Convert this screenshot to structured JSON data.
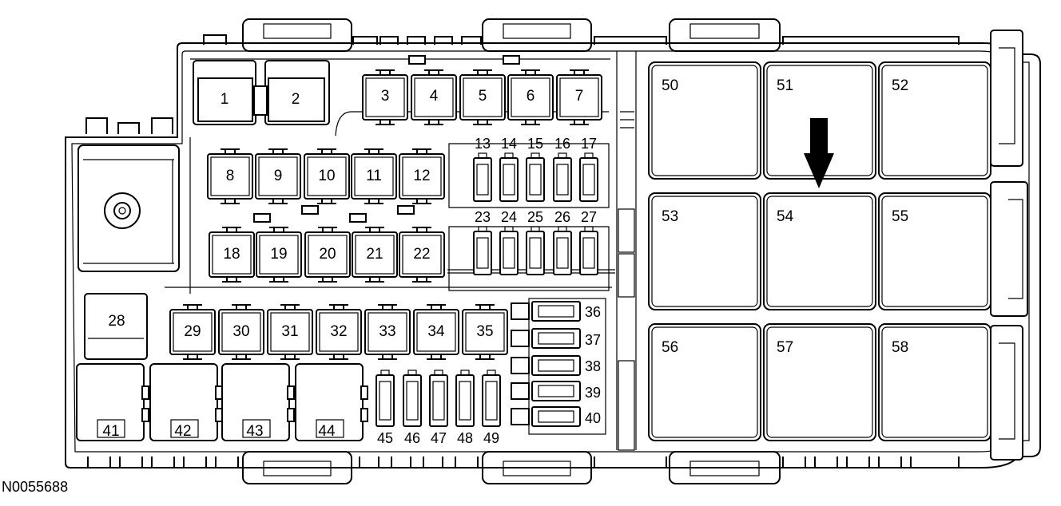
{
  "reference_id": "N0055688",
  "labels": {
    "f1": "1",
    "f2": "2",
    "f3": "3",
    "f4": "4",
    "f5": "5",
    "f6": "6",
    "f7": "7",
    "f8": "8",
    "f9": "9",
    "f10": "10",
    "f11": "11",
    "f12": "12",
    "f13": "13",
    "f14": "14",
    "f15": "15",
    "f16": "16",
    "f17": "17",
    "f18": "18",
    "f19": "19",
    "f20": "20",
    "f21": "21",
    "f22": "22",
    "f23": "23",
    "f24": "24",
    "f25": "25",
    "f26": "26",
    "f27": "27",
    "f28": "28",
    "f29": "29",
    "f30": "30",
    "f31": "31",
    "f32": "32",
    "f33": "33",
    "f34": "34",
    "f35": "35",
    "f36": "36",
    "f37": "37",
    "f38": "38",
    "f39": "39",
    "f40": "40",
    "f41": "41",
    "f42": "42",
    "f43": "43",
    "f44": "44",
    "f45": "45",
    "f46": "46",
    "f47": "47",
    "f48": "48",
    "f49": "49",
    "f50": "50",
    "f51": "51",
    "f52": "52",
    "f53": "53",
    "f54": "54",
    "f55": "55",
    "f56": "56",
    "f57": "57",
    "f58": "58"
  },
  "colors": {
    "line": "#000000",
    "fill": "#ffffff",
    "shade": "#bdbdbd"
  }
}
